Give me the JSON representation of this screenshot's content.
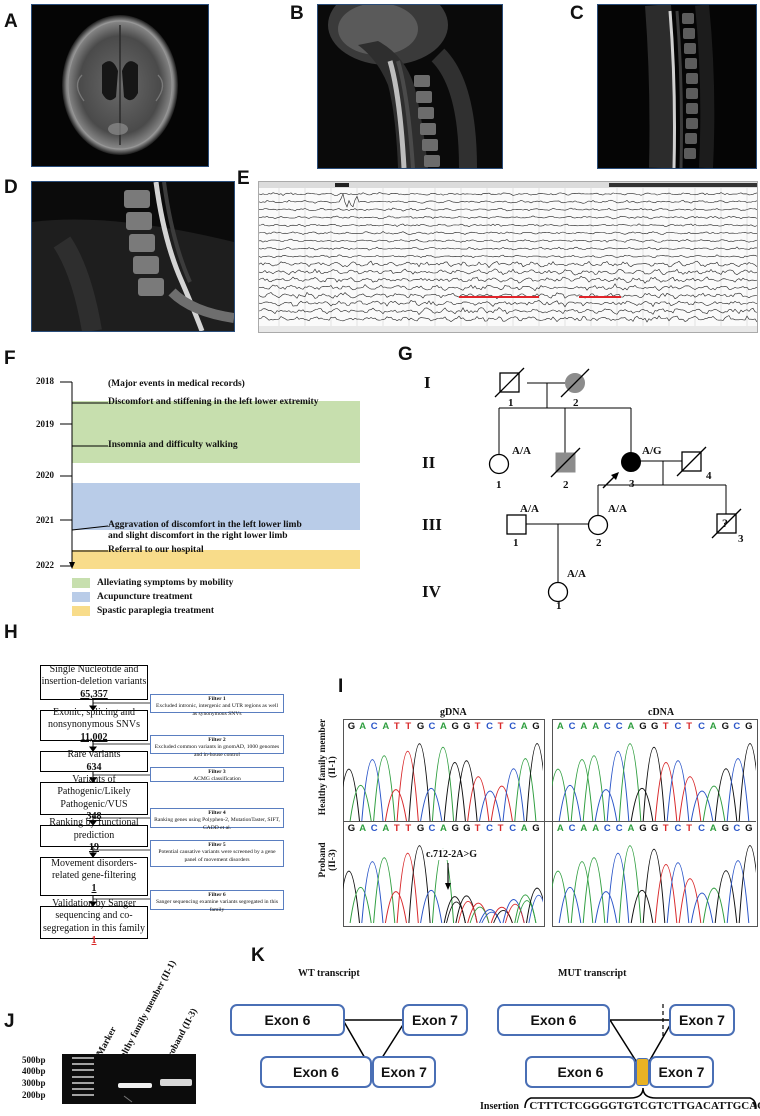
{
  "panels": {
    "a": "A",
    "b": "B",
    "c": "C",
    "d": "D",
    "e": "E",
    "f": "F",
    "g": "G",
    "h": "H",
    "i": "I",
    "j": "J",
    "k": "K"
  },
  "timeline": {
    "header": "(Major events in medical records)",
    "years": [
      "2018",
      "2019",
      "2020",
      "2021",
      "2022"
    ],
    "events": [
      "Discomfort and stiffening in the left lower extremity",
      "Insomnia and difficulty walking",
      "Aggravation of discomfort in the left lower limb",
      "and slight discomfort in the right lower limb",
      "Referral to our hospital"
    ],
    "legend": [
      {
        "label": "Alleviating symptoms by mobility",
        "color": "#c7dfae"
      },
      {
        "label": "Acupuncture treatment",
        "color": "#b9cce8"
      },
      {
        "label": "Spastic paraplegia treatment",
        "color": "#f8dc8a"
      }
    ]
  },
  "pedigree": {
    "generations": [
      "I",
      "II",
      "III",
      "IV"
    ],
    "ids": {
      "i1": "1",
      "i2": "2",
      "ii1": "1",
      "ii2": "2",
      "ii3": "3",
      "ii4": "4",
      "iii1": "1",
      "iii2": "2",
      "iii3": "3",
      "iv1": "1"
    },
    "genotypes": {
      "ii1": "A/A",
      "ii3": "A/G",
      "iii1": "A/A",
      "iii2": "A/A",
      "iv1": "A/A"
    },
    "iii3_mark": "?"
  },
  "filtering": {
    "steps": [
      {
        "text": "Single Nucleotide and insertion-deletion variants",
        "num": "65,357"
      },
      {
        "text": "Exonic, splicing and nonsynonymous SNVs",
        "num": "11,002"
      },
      {
        "text": "Rare variants",
        "num": "634"
      },
      {
        "text": "Variants of Pathogenic/Likely Pathogenic/VUS",
        "num": "348"
      },
      {
        "text": "Ranking by functional prediction",
        "num": "19"
      },
      {
        "text": "Movement disorders-related gene-filtering",
        "num": "1"
      },
      {
        "text": "Validation by Sanger sequencing and co-segregation in this family",
        "num": "1"
      }
    ],
    "filters": [
      {
        "name": "Filter 1",
        "text": "Excluded intronic, intergenic and UTR regions as well as synonymous SNVs"
      },
      {
        "name": "Filter 2",
        "text": "Excluded common variants in gnomAD, 1000 genomes and in-house control"
      },
      {
        "name": "Filter 3",
        "text": "ACMG classification"
      },
      {
        "name": "Filter 4",
        "text": "Ranking genes using Polyphen-2, MutationTaster, SIFT, CADD et al."
      },
      {
        "name": "Filter 5",
        "text": "Potential causative variants were screened by a gene panel of movement disorders"
      },
      {
        "name": "Filter 6",
        "text": "Sanger sequencing examine variants segregated in this family"
      }
    ]
  },
  "sequencing": {
    "col_titles": [
      "gDNA",
      "cDNA"
    ],
    "row_labels": [
      [
        "Healthy family member",
        "(II-1)"
      ],
      [
        "Proband",
        "(II-3)"
      ]
    ],
    "gdna_seq": [
      "G",
      "A",
      "C",
      "A",
      "T",
      "T",
      "G",
      "C",
      "A",
      "G",
      "G",
      "T",
      "C",
      "T",
      "C",
      "A",
      "G"
    ],
    "cdna_seq": [
      "A",
      "C",
      "A",
      "A",
      "C",
      "C",
      "A",
      "G",
      "G",
      "T",
      "C",
      "T",
      "C",
      "A",
      "G",
      "C",
      "G"
    ],
    "mutation": "c.712-2A>G"
  },
  "gel": {
    "lanes": [
      "Marker",
      "Healthy family member (II-1)",
      "Proband (II-3)"
    ],
    "ladder": [
      "500bp",
      "400bp",
      "300bp",
      "200bp"
    ]
  },
  "transcripts": {
    "wt_title": "WT transcript",
    "mut_title": "MUT transcript",
    "exon6": "Exon 6",
    "exon7": "Exon 7",
    "insertion_label": "Insertion",
    "insertion_seq": "CTTTCTCGGGGTGTCGTCTTGACATTGCAG"
  },
  "colors": {
    "A": "#2f9e3f",
    "C": "#2a55c8",
    "G": "#111111",
    "T": "#d8282a",
    "exon_border": "#4a6fb5",
    "insertion": "#e8b224",
    "eeg_mark": "#e0242a"
  }
}
